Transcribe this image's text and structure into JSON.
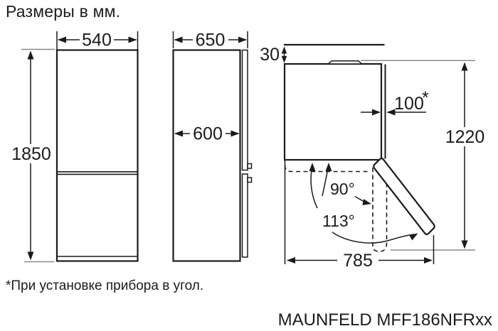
{
  "page": {
    "title": "Размеры в мм.",
    "footnote": "*При установке прибора в угол.",
    "model": "MAUNFELD MFF186NFRxx"
  },
  "dimensions": {
    "front_width": "540",
    "front_height": "1850",
    "side_depth_total": "650",
    "side_depth_body": "600",
    "rear_wall_clearance": "30",
    "corner_side_clearance": "100",
    "corner_clearance_mark": "*",
    "depth_door_open": "1220",
    "width_door_open": "785",
    "door_angle_open": "90°",
    "door_angle_max": "113°"
  },
  "diagram": {
    "views": {
      "front": "front-view",
      "side": "side-view",
      "top": "top-view-with-door-swing"
    },
    "line_color": "#1b1b1b",
    "background": "#ffffff"
  }
}
